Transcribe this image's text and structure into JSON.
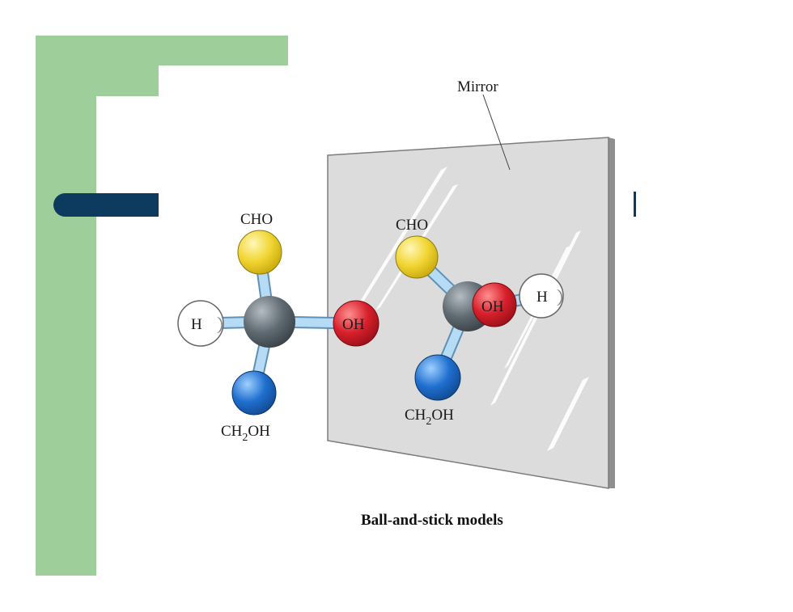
{
  "mirror_label": "Mirror",
  "caption": "Ball-and-stick models",
  "left_molecule": {
    "top_group": "CHO",
    "left_group": "H",
    "right_group": "OH",
    "bottom_group": {
      "prefix": "CH",
      "subscript": "2",
      "suffix": "OH"
    }
  },
  "right_molecule": {
    "top_group": "CHO",
    "right_group": "H",
    "front_group": "OH",
    "bottom_group": {
      "prefix": "CH",
      "subscript": "2",
      "suffix": "OH"
    }
  },
  "colors": {
    "frame_green": "#9ecf9a",
    "frame_navy": "#0d3a5f",
    "carbon": "#5f6a72",
    "cho_atom": "#f1d532",
    "oh_atom": "#d8202c",
    "ch2oh_atom": "#1f6fcf",
    "h_atom": "#ffffff",
    "bond": "#a9d3ee",
    "mirror": "#dcdcdc"
  }
}
